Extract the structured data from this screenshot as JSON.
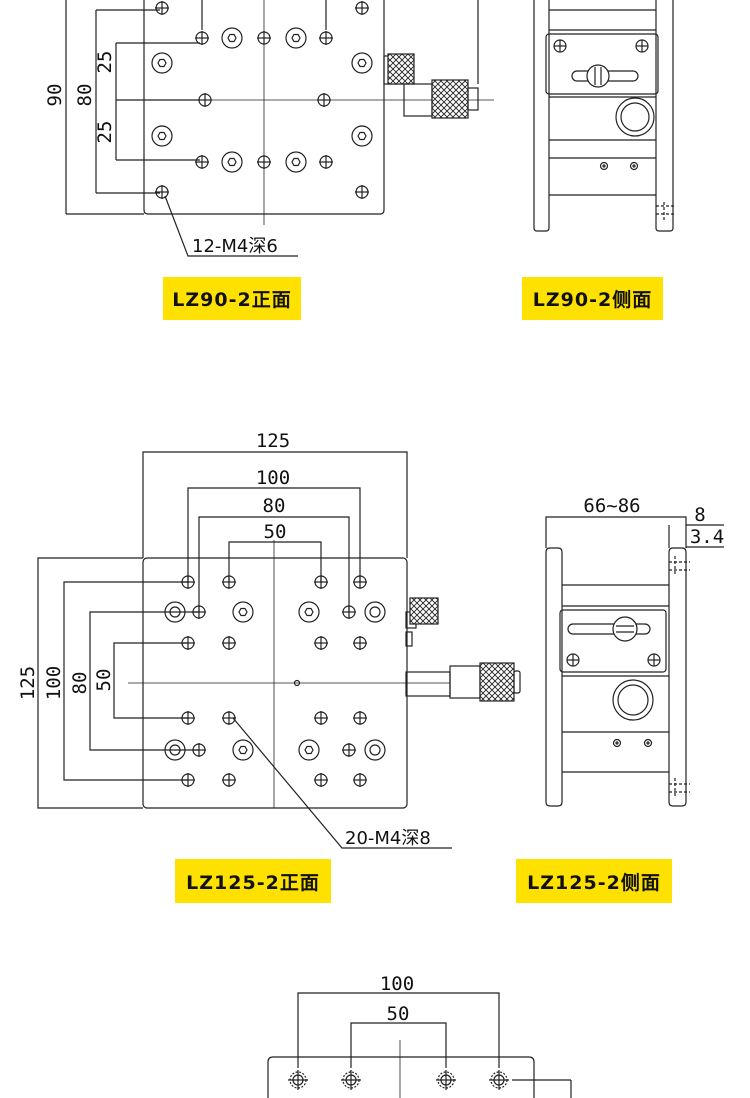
{
  "colors": {
    "label_bg": "#FFE100",
    "line": "#222222",
    "background": "#ffffff"
  },
  "lz90": {
    "front_label": "LZ90-2正面",
    "side_label": "LZ90-2侧面",
    "dim_90": "90",
    "dim_80": "80",
    "dim_25_upper": "25",
    "dim_25_lower": "25",
    "hole_note": "12-M4深6"
  },
  "lz125": {
    "front_label": "LZ125-2正面",
    "side_label": "LZ125-2侧面",
    "top_125": "125",
    "top_100": "100",
    "top_80": "80",
    "top_50": "50",
    "left_125": "125",
    "left_100": "100",
    "left_80": "80",
    "left_50": "50",
    "side_width": "66~86",
    "side_8": "8",
    "side_3_4": "3.4",
    "hole_note": "20-M4深8"
  },
  "next_stage": {
    "top_100": "100",
    "top_50": "50"
  }
}
